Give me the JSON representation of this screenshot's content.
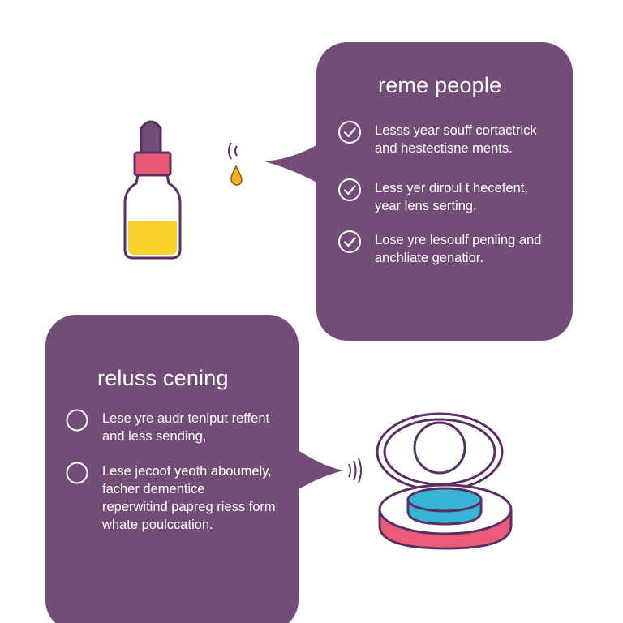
{
  "palette": {
    "background": "#ffffff",
    "card": "#734d78",
    "outline": "#5a2f63",
    "bottle_cap_pink": "#e85a78",
    "liquid_yellow": "#f6d12a",
    "drop_gold": "#f0b21e",
    "case_teal": "#36b6d4",
    "case_pink": "#ec5b79"
  },
  "top_card": {
    "title": "reme people",
    "items": [
      {
        "icon": "check-circle-icon",
        "lines": [
          "Lesss year souff cortactrick",
          "and hestectisne ments."
        ]
      },
      {
        "icon": "check-circle-icon",
        "lines": [
          "Less yer diroul t hecefent,",
          "year lens serting,"
        ]
      },
      {
        "icon": "check-circle-icon",
        "lines": [
          "Lose yre lesoulf penling and",
          "anchliate genatior."
        ]
      }
    ]
  },
  "bottom_card": {
    "title": "reluss cening",
    "items": [
      {
        "icon": "empty-circle-icon",
        "lines": [
          "Lese yre audr teniput reffent",
          "and less sending,"
        ]
      },
      {
        "icon": "empty-circle-icon",
        "lines": [
          "Lese jecoof yeoth aboumely,",
          "facher dementice",
          "reperwitind papreg riess form",
          "whate poulccation."
        ]
      }
    ]
  },
  "illustrations": {
    "top": "dropper-bottle-icon",
    "bottom": "lens-case-icon"
  }
}
